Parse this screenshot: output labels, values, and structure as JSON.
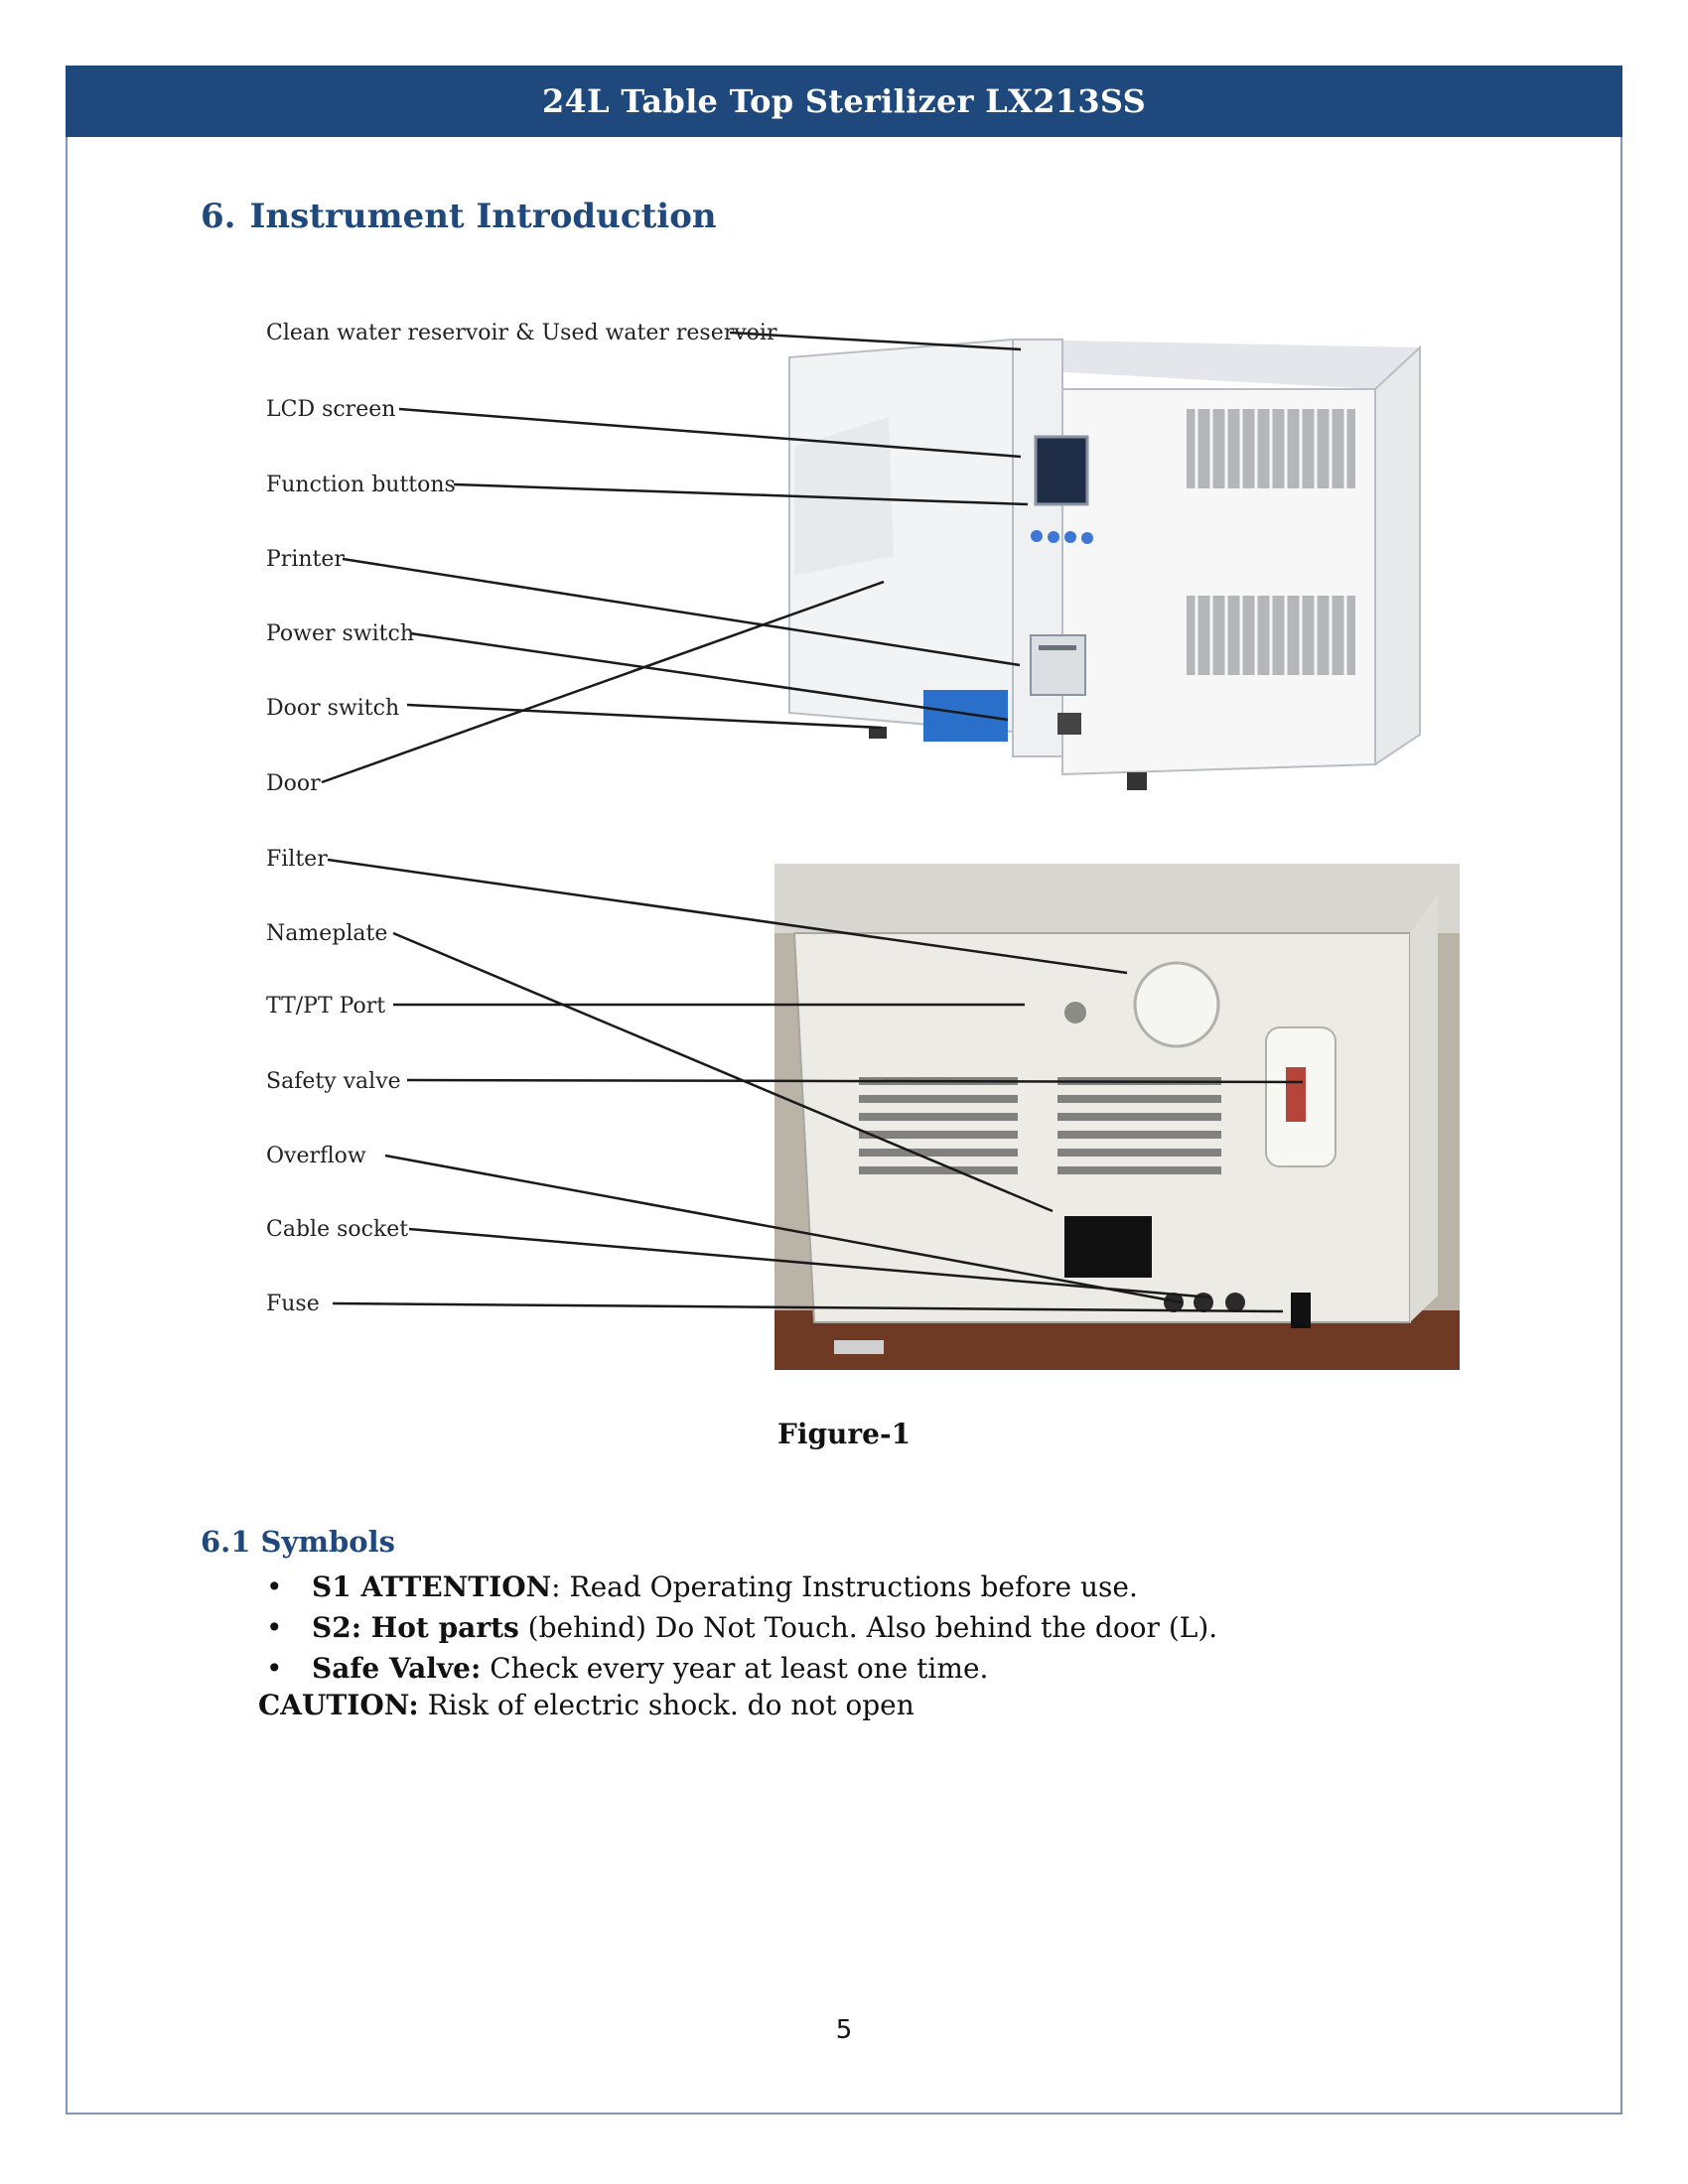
{
  "header": {
    "title": "24L Table Top Sterilizer LX213SS"
  },
  "section": {
    "number": "6.",
    "title": "Instrument Introduction"
  },
  "figure": {
    "front_labels": [
      "Clean water reservoir & Used water reservoir",
      "LCD screen",
      "Function buttons",
      "Printer",
      "Power switch",
      "Door switch",
      "Door"
    ],
    "back_labels": [
      "Filter",
      "Nameplate",
      "TT/PT Port",
      "Safety valve",
      "Overflow",
      "Cable socket",
      "Fuse"
    ],
    "caption": "Figure-1"
  },
  "symbols": {
    "title": "6.1 Symbols",
    "items": [
      {
        "bold": "S1 ATTENTION",
        "text": ": Read Operating Instructions before use."
      },
      {
        "bold": "S2: Hot parts",
        "text": " (behind) Do Not Touch. Also behind the door (L)."
      },
      {
        "bold": "Safe Valve:",
        "text": " Check every year at least one time."
      }
    ],
    "caution_bold": "CAUTION:",
    "caution_text": " Risk of electric shock. do not open"
  },
  "page_number": "5",
  "colors": {
    "header_bg": "#1f497d",
    "heading": "#1f497d",
    "frame": "#7f98b8",
    "door_blue": "#2a6fc9"
  }
}
